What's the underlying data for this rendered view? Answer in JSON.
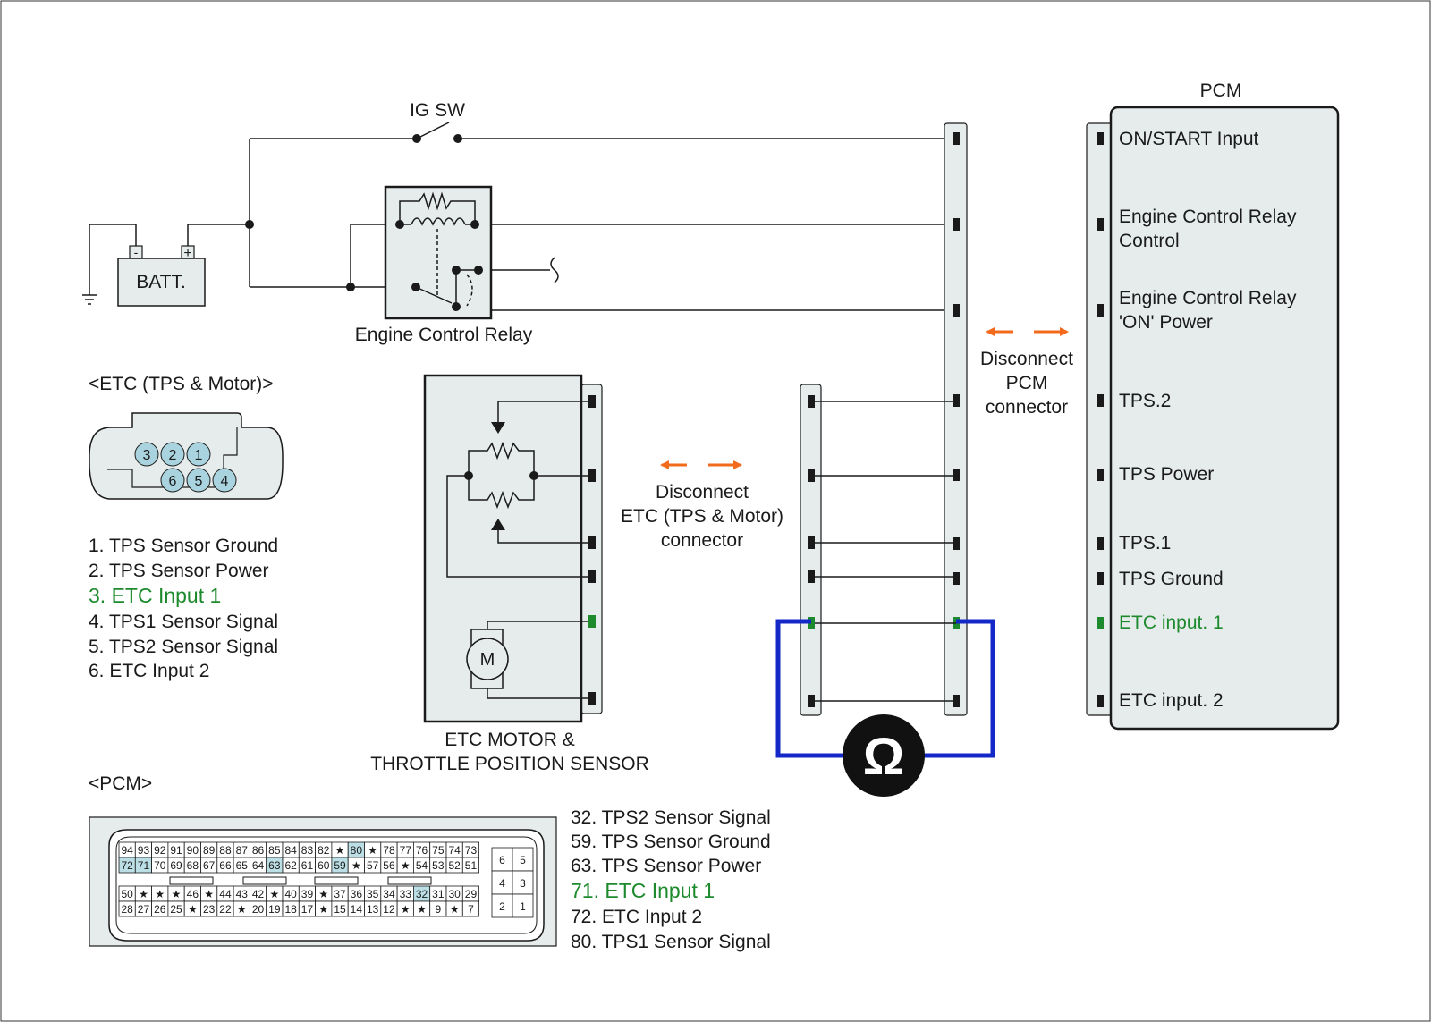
{
  "labels": {
    "ig_sw": "IG SW",
    "batt": "BATT.",
    "batt_neg": "-",
    "batt_pos": "+",
    "relay": "Engine Control Relay",
    "etc_title": "<ETC (TPS & Motor)>",
    "etc_motor_line1": "ETC MOTOR &",
    "etc_motor_line2": "THROTTLE POSITION SENSOR",
    "motor": "M",
    "pcm_header": "<PCM>",
    "pcm_box": "PCM",
    "disconnect_etc": [
      "Disconnect",
      "ETC (TPS & Motor)",
      "connector"
    ],
    "disconnect_pcm": [
      "Disconnect",
      "PCM",
      "connector"
    ],
    "ohm": "Ω"
  },
  "etc_connector_pins": [
    "3",
    "2",
    "1",
    "6",
    "5",
    "4"
  ],
  "etc_pin_list": [
    {
      "text": "1. TPS Sensor Ground",
      "highlight": false
    },
    {
      "text": "2. TPS Sensor Power",
      "highlight": false
    },
    {
      "text": "3. ETC Input 1",
      "highlight": true
    },
    {
      "text": "4. TPS1 Sensor Signal",
      "highlight": false
    },
    {
      "text": "5. TPS2 Sensor Signal",
      "highlight": false
    },
    {
      "text": "6. ETC Input 2",
      "highlight": false
    }
  ],
  "pcm_terminals": [
    {
      "text": "ON/START Input",
      "highlight": false
    },
    {
      "text": "Engine Control Relay",
      "text2": "Control",
      "highlight": false
    },
    {
      "text": "Engine Control Relay",
      "text2": "'ON' Power",
      "highlight": false
    },
    {
      "text": "TPS.2",
      "highlight": false
    },
    {
      "text": "TPS Power",
      "highlight": false
    },
    {
      "text": "TPS.1",
      "highlight": false
    },
    {
      "text": "TPS Ground",
      "highlight": false
    },
    {
      "text": "ETC input. 1",
      "highlight": true
    },
    {
      "text": "ETC input. 2",
      "highlight": false
    }
  ],
  "pcm_pin_list": [
    {
      "text": "32. TPS2 Sensor Signal",
      "highlight": false
    },
    {
      "text": "59. TPS Sensor Ground",
      "highlight": false
    },
    {
      "text": "63. TPS Sensor Power",
      "highlight": false
    },
    {
      "text": "71. ETC Input 1",
      "highlight": true
    },
    {
      "text": "72. ETC Input 2",
      "highlight": false
    },
    {
      "text": "80. TPS1 Sensor Signal",
      "highlight": false
    }
  ],
  "pcm_connector": {
    "row1": [
      "94",
      "93",
      "92",
      "91",
      "90",
      "89",
      "88",
      "87",
      "86",
      "85",
      "84",
      "83",
      "82",
      "★",
      "80",
      "★",
      "78",
      "77",
      "76",
      "75",
      "74",
      "73"
    ],
    "row2": [
      "72",
      "71",
      "70",
      "69",
      "68",
      "67",
      "66",
      "65",
      "64",
      "63",
      "62",
      "61",
      "60",
      "59",
      "★",
      "57",
      "56",
      "★",
      "54",
      "53",
      "52",
      "51"
    ],
    "row3": [
      "50",
      "★",
      "★",
      "★",
      "46",
      "★",
      "44",
      "43",
      "42",
      "★",
      "40",
      "39",
      "★",
      "37",
      "36",
      "35",
      "34",
      "33",
      "32",
      "31",
      "30",
      "29"
    ],
    "row4": [
      "28",
      "27",
      "26",
      "25",
      "★",
      "23",
      "22",
      "★",
      "20",
      "19",
      "18",
      "17",
      "★",
      "15",
      "14",
      "13",
      "12",
      "★",
      "★",
      "9",
      "★",
      "7"
    ],
    "highlighted": [
      "80",
      "72",
      "71",
      "63",
      "59",
      "32"
    ],
    "side_pins": [
      [
        "6",
        "5"
      ],
      [
        "4",
        "3"
      ],
      [
        "2",
        "1"
      ]
    ]
  },
  "colors": {
    "wire": "#1a1a1a",
    "panel": "#e6ecec",
    "pin_fill": "#a9d3de",
    "cell_highlight": "#bcdfe6",
    "meter_lead": "#1428c8",
    "arrow": "#f26a1b",
    "highlight_text": "#1e8a2e"
  }
}
